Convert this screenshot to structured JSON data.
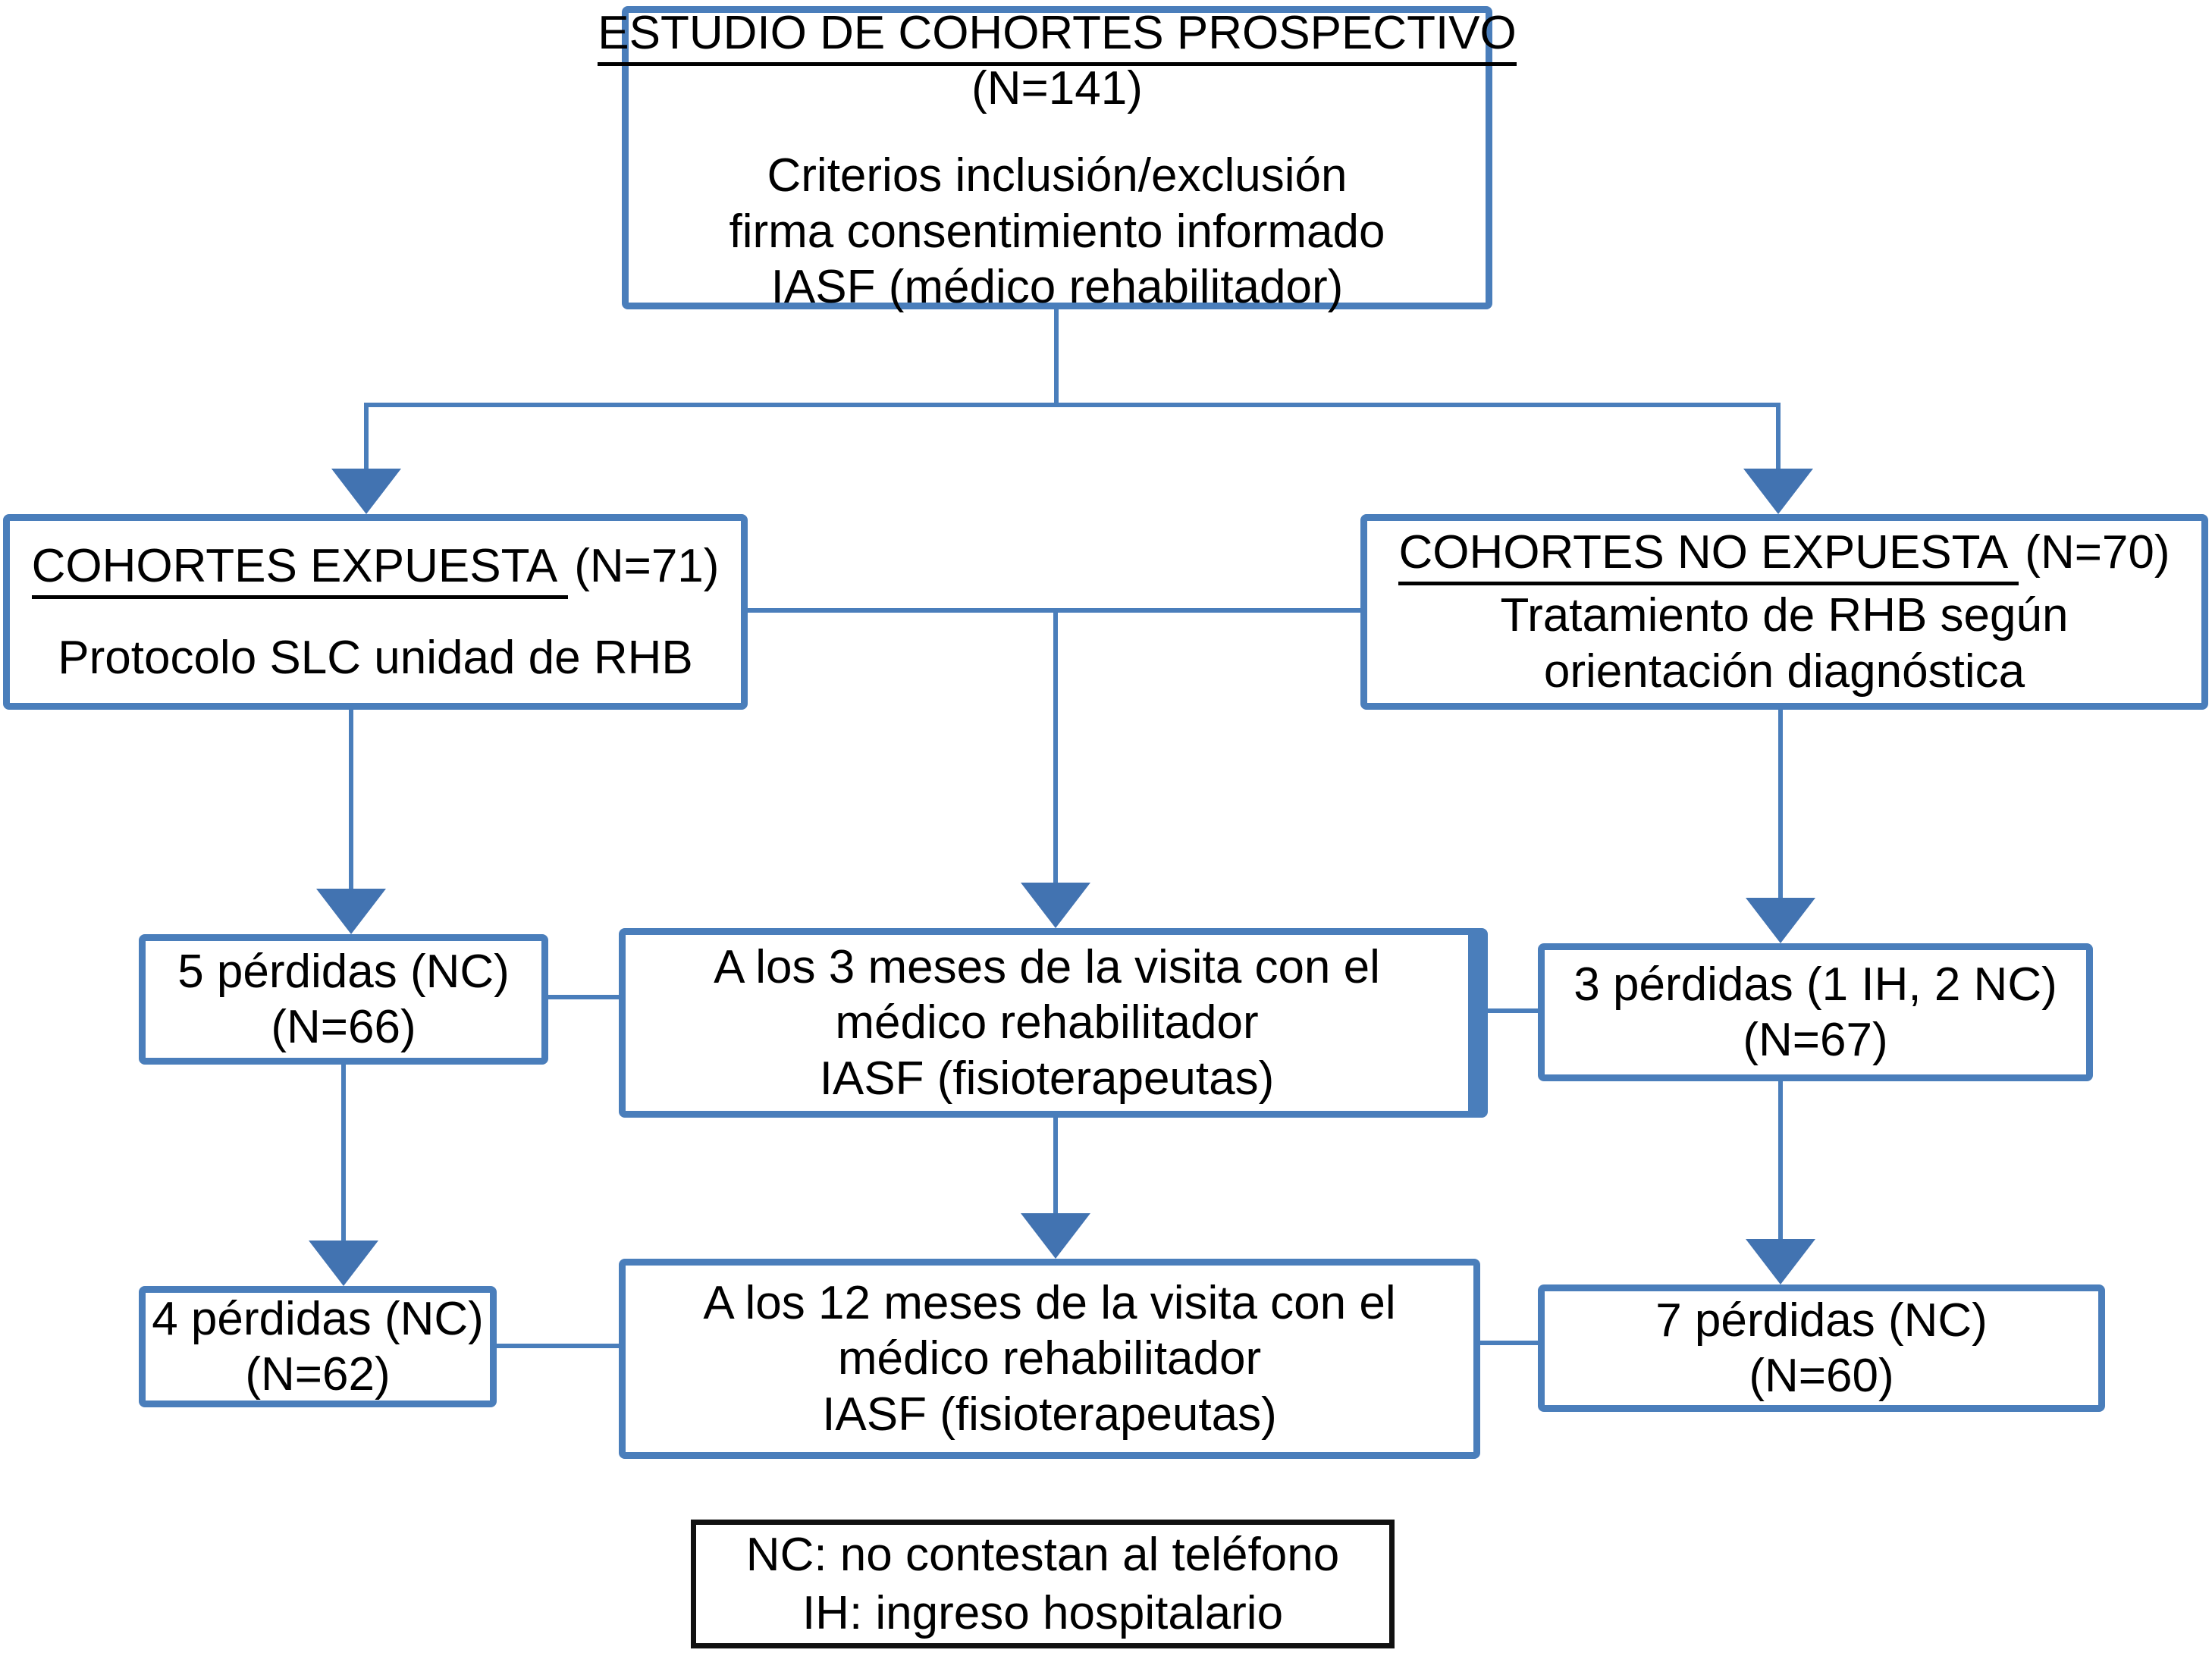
{
  "diagram": {
    "top_box": {
      "title": "ESTUDIO DE COHORTES PROSPECTIVO",
      "n": "(N=141)",
      "lines": [
        "Criterios inclusión/exclusión",
        "firma consentimiento informado",
        "IASF (médico rehabilitador)"
      ]
    },
    "exposed_box": {
      "title": "COHORTES EXPUESTA",
      "n": "(N=71)",
      "line": "Protocolo SLC unidad de RHB"
    },
    "unexposed_box": {
      "title": "COHORTES NO EXPUESTA",
      "n": "(N=70)",
      "line": "Tratamiento de RHB según orientación diagnóstica"
    },
    "lost_3m_exposed": {
      "line1": "5 pérdidas (NC)",
      "line2": "(N=66)"
    },
    "visit_3m": {
      "line1": "A los 3 meses de la visita con el",
      "line2": "médico rehabilitador",
      "line3": "IASF (fisioterapeutas)"
    },
    "lost_3m_unexposed": {
      "line1": "3 pérdidas (1 IH, 2 NC)",
      "line2": "(N=67)"
    },
    "lost_12m_exposed": {
      "line1": "4 pérdidas (NC)",
      "line2": "(N=62)"
    },
    "visit_12m": {
      "line1": "A los 12 meses de la visita con el",
      "line2": "médico rehabilitador",
      "line3": "IASF (fisioterapeutas)"
    },
    "lost_12m_unexposed": {
      "line1": "7 pérdidas (NC)",
      "line2": "(N=60)"
    },
    "legend": {
      "line1": "NC: no contestan al teléfono",
      "line2": "IH: ingreso hospitalario"
    },
    "colors": {
      "accent": "#4a7ebb",
      "arrow": "#4273b1",
      "legend_border": "#111111"
    }
  }
}
